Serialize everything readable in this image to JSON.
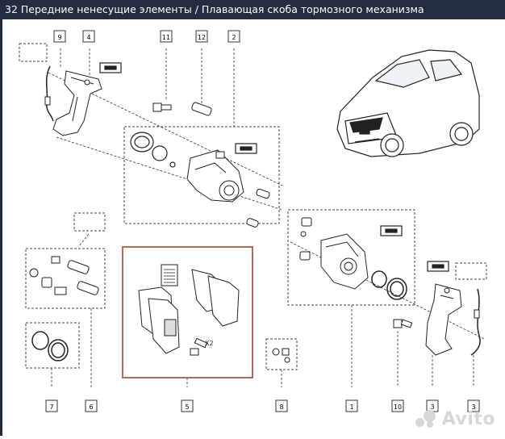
{
  "header": {
    "title": "32 Передние ненесущие элементы / Плавающая скоба тормозного механизма"
  },
  "callouts": {
    "c1": "1",
    "c2": "2",
    "c3a": "3",
    "c3b": "3",
    "c4": "4",
    "c5": "5",
    "c6": "6",
    "c7": "7",
    "c8": "8",
    "c9": "9",
    "c10": "10",
    "c11": "11",
    "c12": "12"
  },
  "pad_label": "X2",
  "watermark": {
    "text": "Avito"
  },
  "colors": {
    "header_bg": "#242c42",
    "highlight_frame": "#b86a4c",
    "line": "#333333"
  }
}
